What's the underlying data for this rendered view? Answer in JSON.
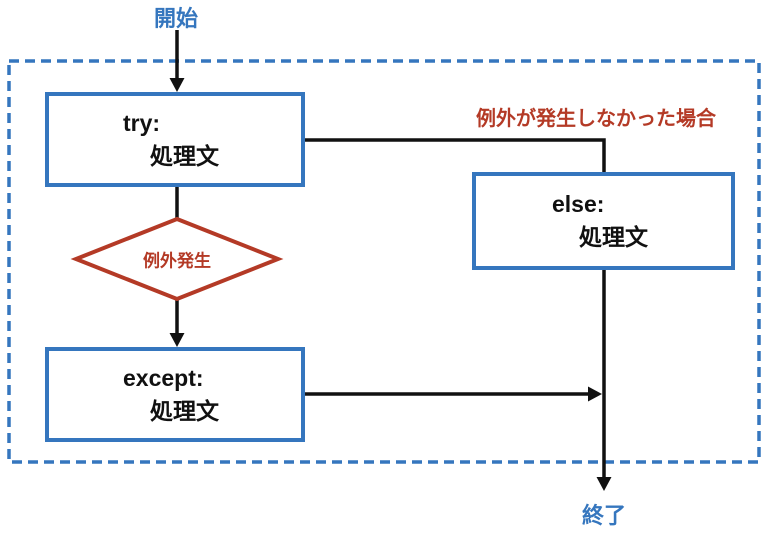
{
  "colors": {
    "blue": "#3576BE",
    "red": "#B43A26",
    "ink": "#111111"
  },
  "terminals": {
    "start": "開始",
    "end": "終了"
  },
  "boxes": {
    "try": {
      "keyword": "try:",
      "body": "処理文"
    },
    "except": {
      "keyword": "except:",
      "body": "処理文"
    },
    "else": {
      "keyword": "else:",
      "body": "処理文"
    }
  },
  "decision": {
    "label": "例外発生"
  },
  "edge_labels": {
    "no_exception": "例外が発生しなかった場合"
  }
}
